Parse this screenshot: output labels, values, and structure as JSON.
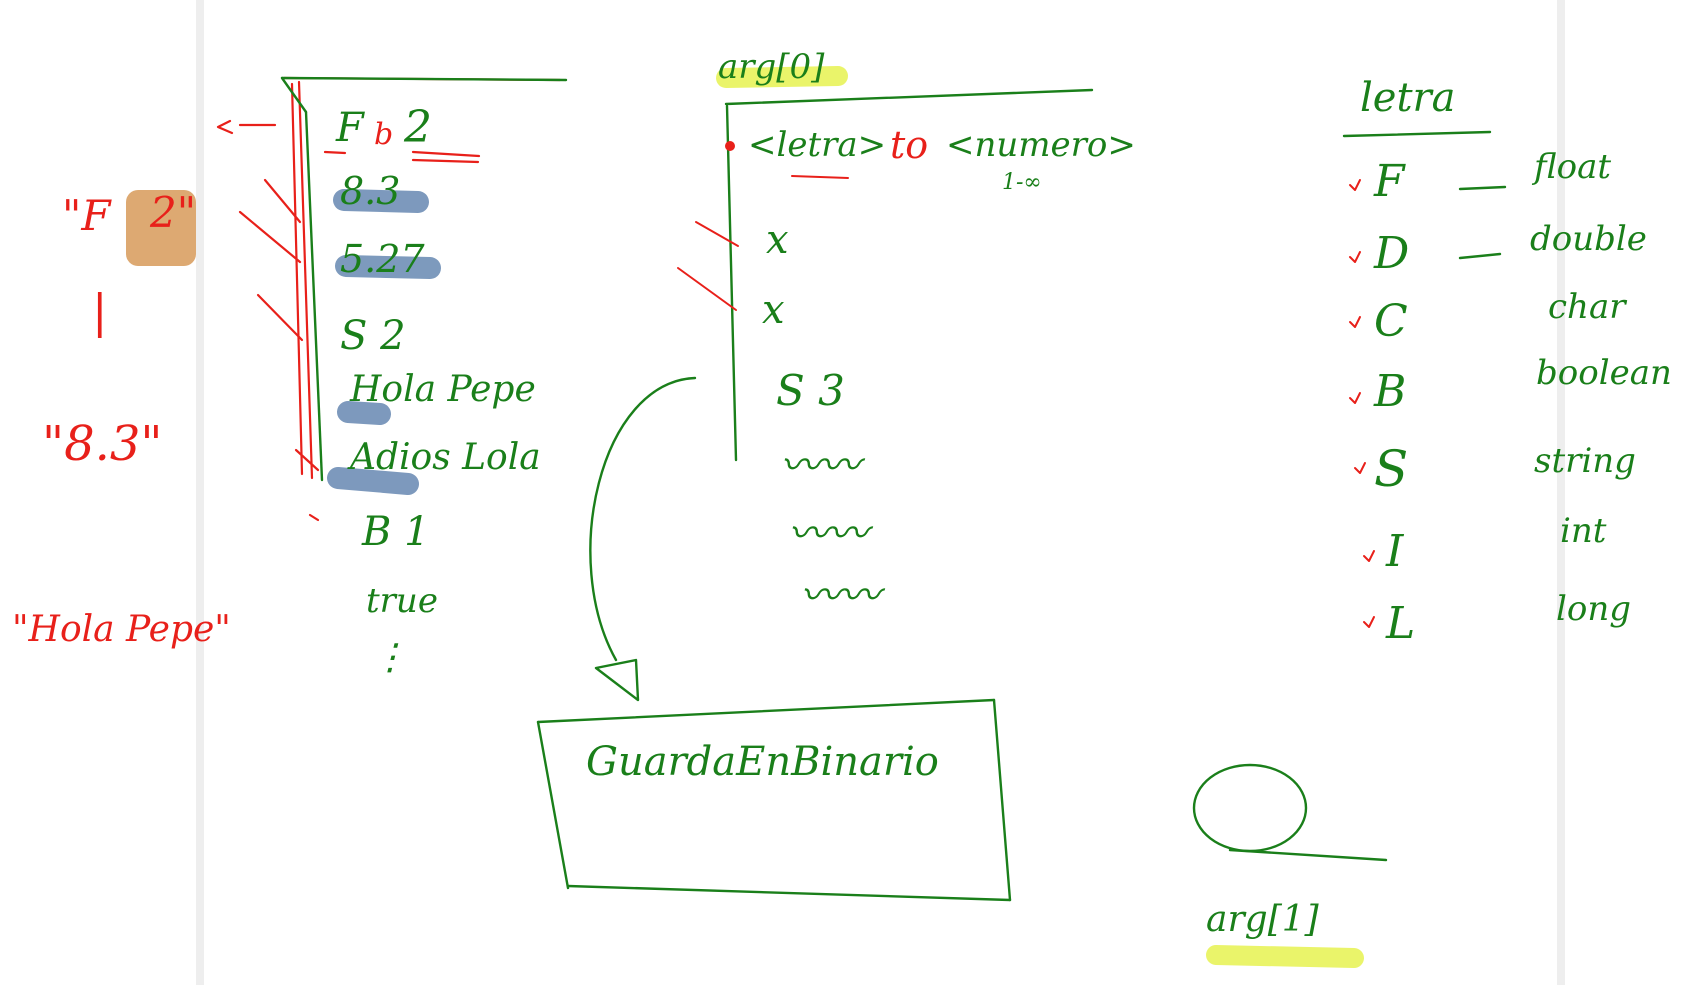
{
  "colors": {
    "ink_green": "#1a7f1a",
    "ink_red": "#e8201a",
    "highlight_blue": "#6f8fb6",
    "highlight_orange": "#d9a063",
    "highlight_yellow": "#e8f35a",
    "rail_gray": "#eeeeee",
    "background": "#ffffff"
  },
  "left_annotations": {
    "quote_f": "\"F",
    "quote_2": "2\"",
    "quote_83": "\"8.3\"",
    "quote_hola": "\"Hola Pepe\""
  },
  "file_column": {
    "lines": [
      "F",
      "2",
      "8.3",
      "5.27",
      "S 2",
      "Hola Pepe",
      "Adios Lola",
      "B 1",
      "true",
      "⋮"
    ],
    "separator": "b"
  },
  "arg0": {
    "label": "arg[0]",
    "format_letter": "<letra>",
    "format_to": "to",
    "format_number": "<numero>",
    "range": "1-∞",
    "marks": [
      "x",
      "x"
    ],
    "s_line": "S   3",
    "squiggles": [
      "〰〰",
      "〰〰",
      "〰〰"
    ]
  },
  "binary_box": {
    "label": "GuardaEnBinario"
  },
  "arg1": {
    "label": "arg[1]"
  },
  "letters_table": {
    "header": "letra",
    "rows": [
      {
        "letter": "F",
        "type": "float",
        "dash": true
      },
      {
        "letter": "D",
        "type": "double",
        "dash": true
      },
      {
        "letter": "C",
        "type": "char",
        "dash": false
      },
      {
        "letter": "B",
        "type": "boolean",
        "dash": false
      },
      {
        "letter": "S",
        "type": "string",
        "dash": false
      },
      {
        "letter": "I",
        "type": "int",
        "dash": false
      },
      {
        "letter": "L",
        "type": "long",
        "dash": false
      }
    ]
  }
}
